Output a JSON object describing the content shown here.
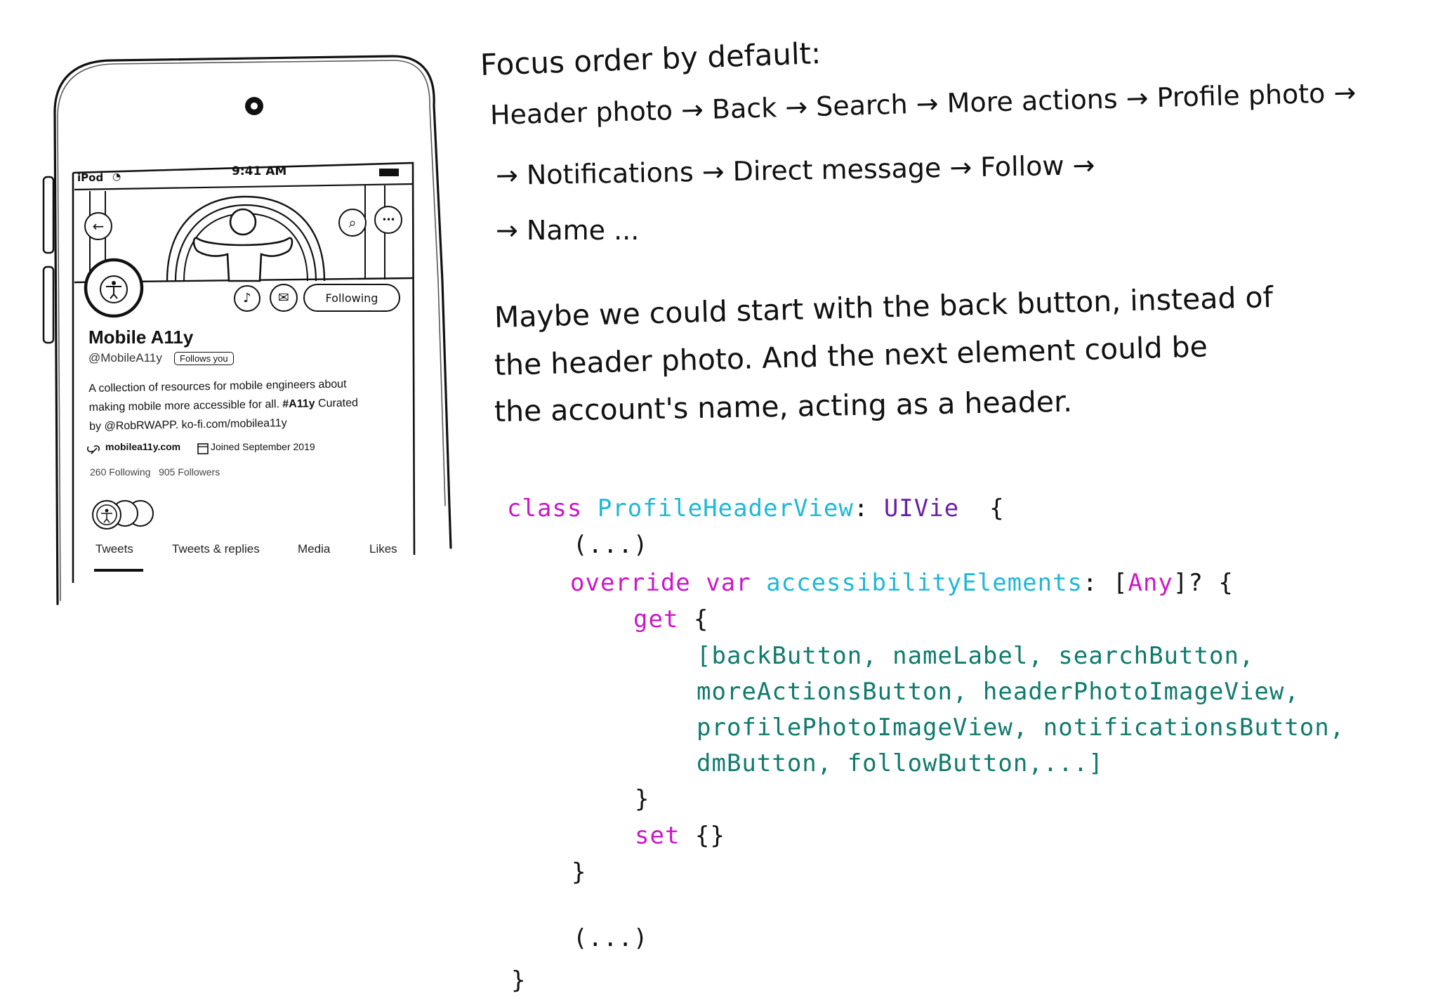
{
  "phone": {
    "status": {
      "carrier": "iPod",
      "time": "9:41 AM"
    },
    "buttons": {
      "back_icon": "←",
      "search_icon": "⌕",
      "more_icon": "•••",
      "notifications_icon": "♪",
      "dm_icon": "✉",
      "following_label": "Following"
    },
    "profile": {
      "name": "Mobile A11y",
      "handle": "@MobileA11y",
      "follows_you": "Follows you",
      "bio_1": "A collection of resources for mobile engineers about",
      "bio_2a": "making mobile more accessible for all. ",
      "bio_2b": "#A11y",
      "bio_2c": " Curated",
      "bio_3": "by @RobRWAPP. ko-fi.com/mobilea11y",
      "link": "mobilea11y.com",
      "joined": "Joined September 2019",
      "following_count": "260 Following",
      "followers_count": "905 Followers"
    },
    "tabs": [
      "Tweets",
      "Tweets & replies",
      "Media",
      "Likes"
    ]
  },
  "notes": {
    "heading": "Focus order by default:",
    "order_line_1": "Header photo → Back → Search → More actions → Profile photo →",
    "order_line_2": "→ Notifications → Direct message → Follow →",
    "order_line_3": "→ Name ...",
    "para_1": "Maybe we could start with the back button, instead of",
    "para_2": "the header photo. And the next element could be",
    "para_3": "the account's name, acting as a header."
  },
  "code": {
    "l1_kw": "class",
    "l1_type": "ProfileHeaderView",
    "l1_colon": ":",
    "l1_super": "UIVie",
    "l1_brace": "{",
    "l2": "(...)",
    "l3_kw1": "override",
    "l3_kw2": "var",
    "l3_prop": "accessibilityElements",
    "l3_colon": ":",
    "l3_open": "[",
    "l3_any": "Any",
    "l3_close": "]? {",
    "l4_kw": "get",
    "l4_brace": "{",
    "l5": "[backButton, nameLabel, searchButton,",
    "l6": "moreActionsButton, headerPhotoImageView,",
    "l7": "profilePhotoImageView, notificationsButton,",
    "l8": "dmButton, followButton,...]",
    "l9": "}",
    "l10_kw": "set",
    "l10_braces": "{}",
    "l11": "}",
    "l12": "(...)",
    "l13": "}"
  }
}
